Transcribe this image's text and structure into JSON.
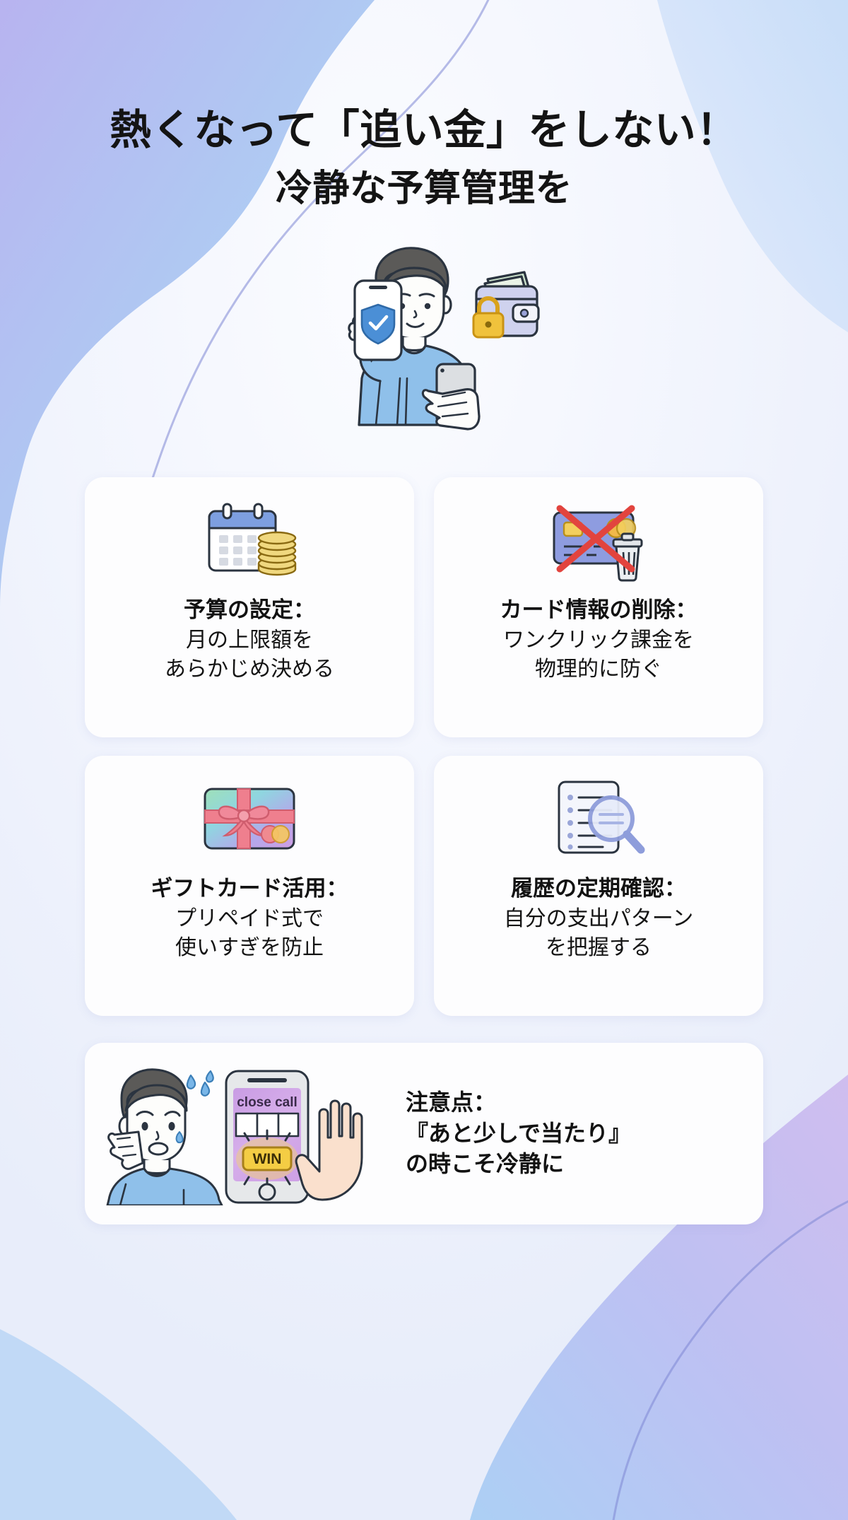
{
  "theme": {
    "page_bg": "#eef1fb",
    "blob_purple": "#b9b6f0",
    "blob_blue": "#a9cdf3",
    "card_bg": "#fdfdfe",
    "text_dark": "#121212",
    "accent_blue": "#4b8fd6",
    "shirt_blue": "#8fc0ea",
    "coin_gold": "#ead27a",
    "red_x": "#e2443e",
    "win_yellow": "#f6cc3d",
    "phone_purple": "#c08fe0"
  },
  "title": {
    "line1": "熱くなって「追い金」をしない！",
    "line2": "冷静な予算管理を"
  },
  "hero": {
    "alt": "スマホを持つ人とロック付き財布のイラスト",
    "phone_badge": "shield-check",
    "wallet_lock": "padlock"
  },
  "cards": [
    {
      "icon": "calendar-coins-icon",
      "title": "予算の設定：",
      "desc": [
        "月の上限額を",
        "あらかじめ決める"
      ]
    },
    {
      "icon": "card-delete-icon",
      "title": "カード情報の削除：",
      "desc": [
        "ワンクリック課金を",
        "物理的に防ぐ"
      ]
    },
    {
      "icon": "gift-card-icon",
      "title": "ギフトカード活用：",
      "desc": [
        "プリペイド式で",
        "使いすぎを防止"
      ]
    },
    {
      "icon": "history-search-icon",
      "title": "履歴の定期確認：",
      "desc": [
        "自分の支出パターン",
        "を把握する"
      ]
    }
  ],
  "note": {
    "illustration": "worried-person-slot-machine-stop-hand",
    "phone_screen_label": "close call",
    "phone_button_label": "WIN",
    "title": "注意点：",
    "body": [
      "『あと少しで当たり』",
      "の時こそ冷静に"
    ]
  }
}
